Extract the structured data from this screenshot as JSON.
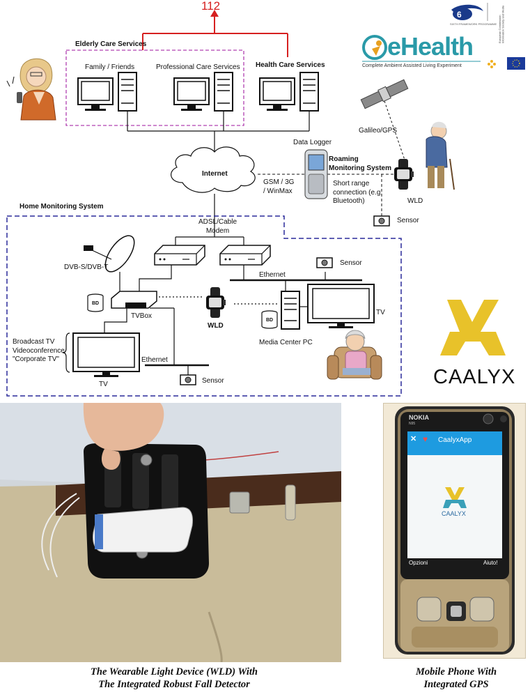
{
  "emergency_number": "112",
  "groups": {
    "elderly_care": "Elderly Care Services",
    "health_care": "Health Care Services",
    "home_monitoring": "Home Monitoring System",
    "roaming": "Roaming\nMonitoring System"
  },
  "nodes": {
    "family": "Family / Friends",
    "professional": "Professional Care Services",
    "internet": "Internet",
    "data_logger": "Data Logger",
    "gsm": "GSM / 3G\n/ WinMax",
    "short_range": "Short range\nconnection (e.g.\nBluetooth)",
    "galileo": "Galileo/GPS",
    "wld_roaming": "WLD",
    "sensor_roaming": "Sensor",
    "adsl": "ADSL/Cable\nModem",
    "dvb": "DVB-S/DVB-T",
    "sensor_home_top": "Sensor",
    "ethernet_top": "Ethernet",
    "bd_left": "BD",
    "tvbox": "TVBox",
    "wld_home": "WLD",
    "bd_right": "BD",
    "media_center": "Media Center PC",
    "tv_right": "TV",
    "broadcast": "Broadcast TV\nVideoconference\n\"Corporate TV\"",
    "tv_left": "TV",
    "ethernet_bottom": "Ethernet",
    "sensor_home_bottom": "Sensor"
  },
  "logos": {
    "fp6_line": "SIXTH FRAMEWORK PROGRAMME",
    "ehealth": "eHealth",
    "ehealth_sub": "Complete Ambient Assisted Living Experiment",
    "ec_line": "European Commission\nInformation Society and Media",
    "caalyx": "CAALYX"
  },
  "phone": {
    "brand": "NOKIA",
    "model": "N95",
    "app": "CaalyxApp",
    "logo": "CAALYX",
    "left_soft": "Opzioni",
    "right_soft": "Aiuto!"
  },
  "captions": {
    "wld": "The Wearable Light Device (WLD) With\nThe Integrated Robust Fall Detector",
    "phone": "Mobile Phone With\nIntegrated GPS"
  },
  "colors": {
    "emergency_red": "#d62020",
    "elderly_dash": "#b040b0",
    "home_dash": "#2a2a9a",
    "caalyx_yellow": "#e8c22a",
    "ehealth_teal": "#2a9aa8"
  }
}
